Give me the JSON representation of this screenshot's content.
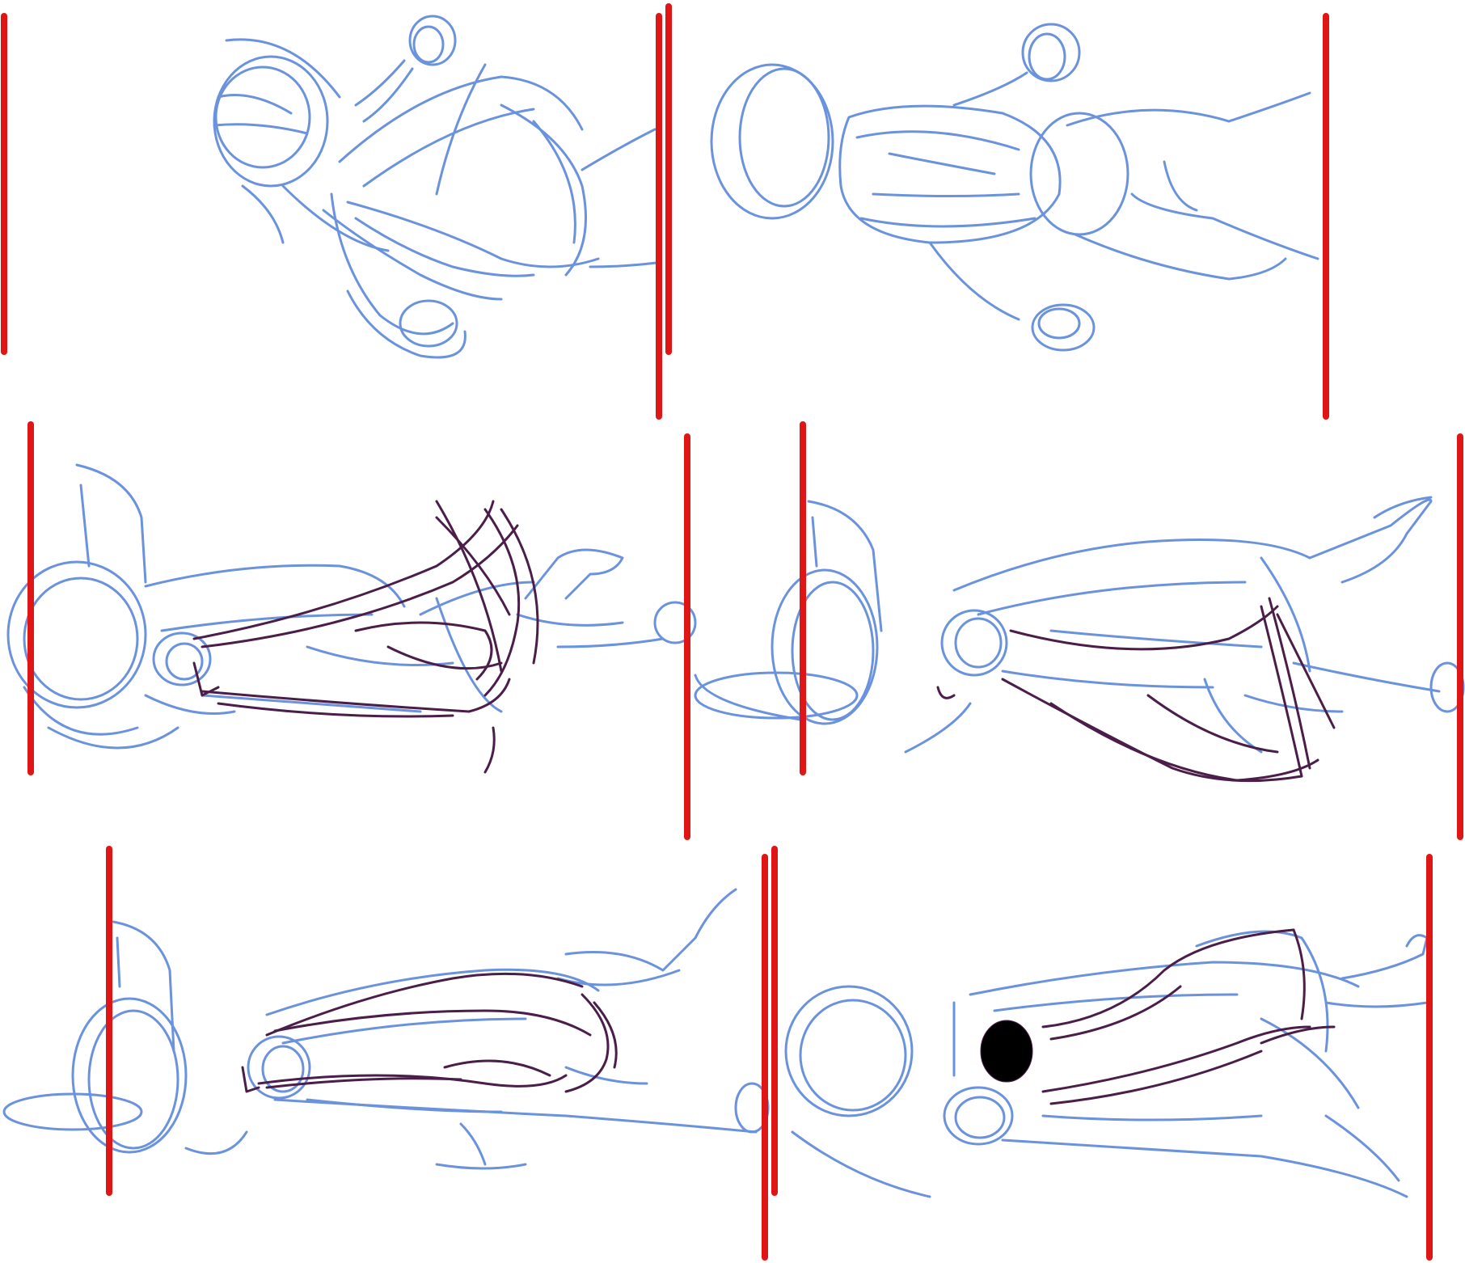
{
  "canvas": {
    "background": "#ffffff"
  },
  "colors": {
    "sketch_blue": "#6b93dd",
    "sketch_purple": "#4b1e4a",
    "guide_red": "#e01515"
  },
  "panels": [
    {
      "id": "top-left",
      "subject": "figure-top-view-sketch"
    },
    {
      "id": "top-right",
      "subject": "figure-top-view-sketch"
    },
    {
      "id": "middle-left",
      "subject": "reclining-figure-sketch"
    },
    {
      "id": "middle-right",
      "subject": "reclining-figure-sketch"
    },
    {
      "id": "bottom-left",
      "subject": "reclining-figure-sketch"
    },
    {
      "id": "bottom-right",
      "subject": "reclining-figure-sketch"
    }
  ]
}
